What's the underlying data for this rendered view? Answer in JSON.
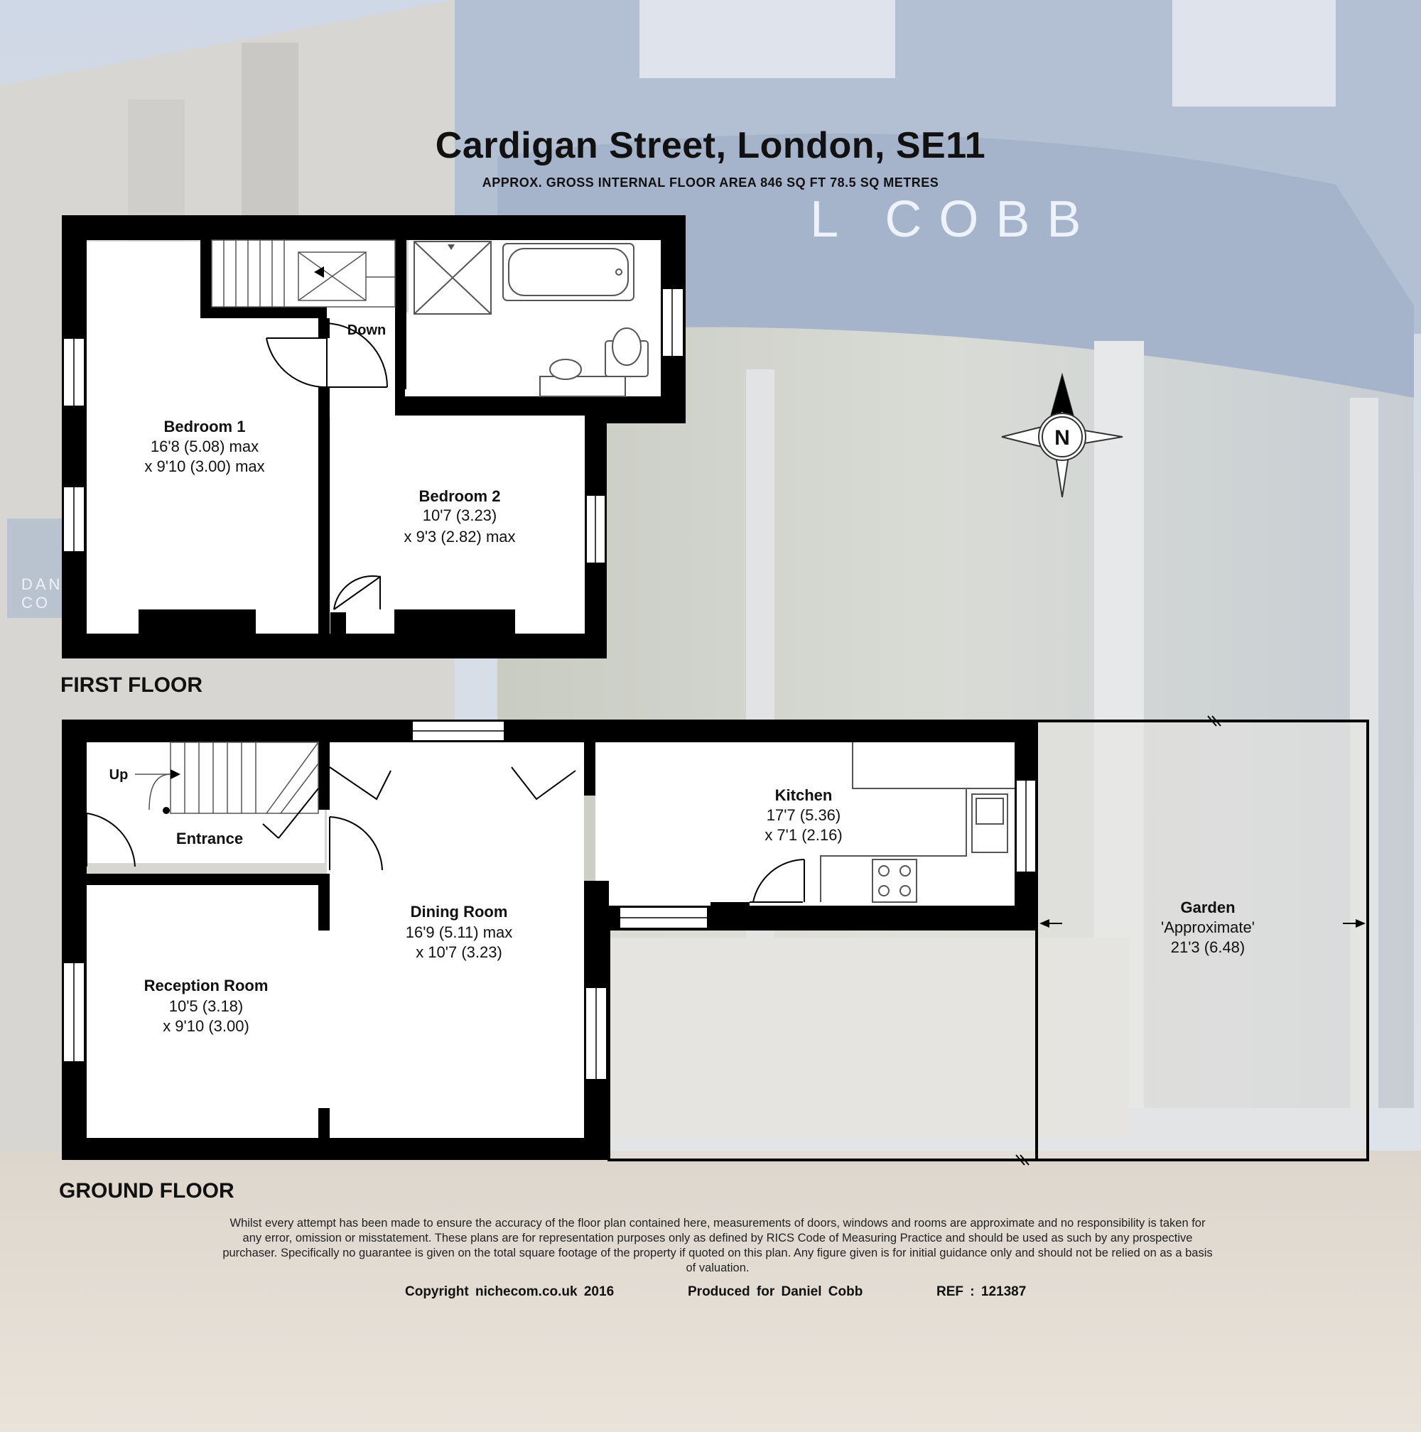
{
  "header": {
    "title": "Cardigan Street, London, SE11",
    "subtitle": "APPROX. GROSS INTERNAL FLOOR AREA 846 SQ FT 78.5 SQ METRES"
  },
  "background": {
    "signage_text": "L COBB",
    "side_sign_text": "DAN CO"
  },
  "compass": {
    "label": "N"
  },
  "first_floor": {
    "label": "FIRST FLOOR",
    "stairs_label": "Down",
    "rooms": [
      {
        "name": "Bedroom 1",
        "dim1": "16'8 (5.08) max",
        "dim2": "x 9'10 (3.00) max"
      },
      {
        "name": "Bedroom 2",
        "dim1": "10'7 (3.23)",
        "dim2": "x 9'3 (2.82) max"
      }
    ]
  },
  "ground_floor": {
    "label": "GROUND FLOOR",
    "stairs_label": "Up",
    "rooms": [
      {
        "name": "Entrance"
      },
      {
        "name": "Kitchen",
        "dim1": "17'7 (5.36)",
        "dim2": "x 7'1 (2.16)"
      },
      {
        "name": "Dining Room",
        "dim1": "16'9 (5.11) max",
        "dim2": "x 10'7 (3.23)"
      },
      {
        "name": "Reception Room",
        "dim1": "10'5 (3.18)",
        "dim2": "x 9'10 (3.00)"
      },
      {
        "name": "Garden",
        "dim1": "'Approximate'",
        "dim2": "21'3 (6.48)"
      }
    ]
  },
  "disclaimer": "Whilst every attempt has been made to ensure the accuracy of the floor plan contained here, measurements of doors, windows and rooms are approximate and no responsibility is taken for any error, omission or misstatement. These plans are for representation purposes only as defined by RICS Code of Measuring Practice and should be used as such by any prospective purchaser.  Specifically no guarantee is given on the total square footage of the property if quoted on this plan. Any figure given is for initial guidance only and should not be relied on as a basis of valuation.",
  "footer": {
    "copyright": "Copyright  nichecom.co.uk  2016",
    "produced": "Produced  for  Daniel  Cobb",
    "ref": "REF  :  121387"
  }
}
